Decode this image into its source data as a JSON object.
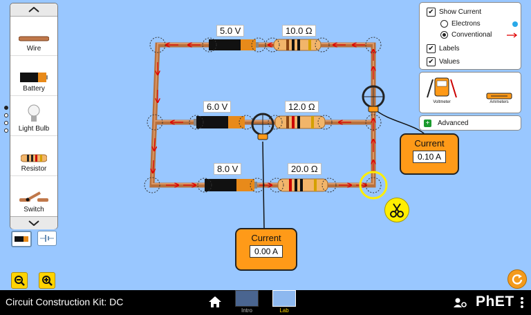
{
  "toolbox": {
    "items": [
      {
        "label": "Wire"
      },
      {
        "label": "Battery"
      },
      {
        "label": "Light Bulb"
      },
      {
        "label": "Resistor"
      },
      {
        "label": "Switch"
      }
    ]
  },
  "display_panel": {
    "show_current": "Show Current",
    "electrons": "Electrons",
    "conventional": "Conventional",
    "labels": "Labels",
    "values": "Values"
  },
  "instruments": {
    "voltmeter": "Voltmeter",
    "ammeters": "Ammeters"
  },
  "advanced": {
    "label": "Advanced"
  },
  "circuit": {
    "battery_top": "5.0 V",
    "resistor_top": "10.0 Ω",
    "battery_mid": "6.0 V",
    "resistor_mid": "12.0 Ω",
    "battery_bot": "8.0 V",
    "resistor_bot": "20.0 Ω"
  },
  "ammeter_right": {
    "title": "Current",
    "value": "0.10 A"
  },
  "ammeter_bottom": {
    "title": "Current",
    "value": "0.00 A"
  },
  "navbar": {
    "sim_title": "Circuit Construction Kit: DC",
    "screens": [
      {
        "label": "Intro"
      },
      {
        "label": "Lab"
      }
    ],
    "brand": "PhET"
  },
  "colors": {
    "background": "#99c7ff",
    "wire": "#b8703c",
    "current_arrow": "#e00000",
    "meter": "#ff9a18",
    "selection": "#ffff00"
  }
}
